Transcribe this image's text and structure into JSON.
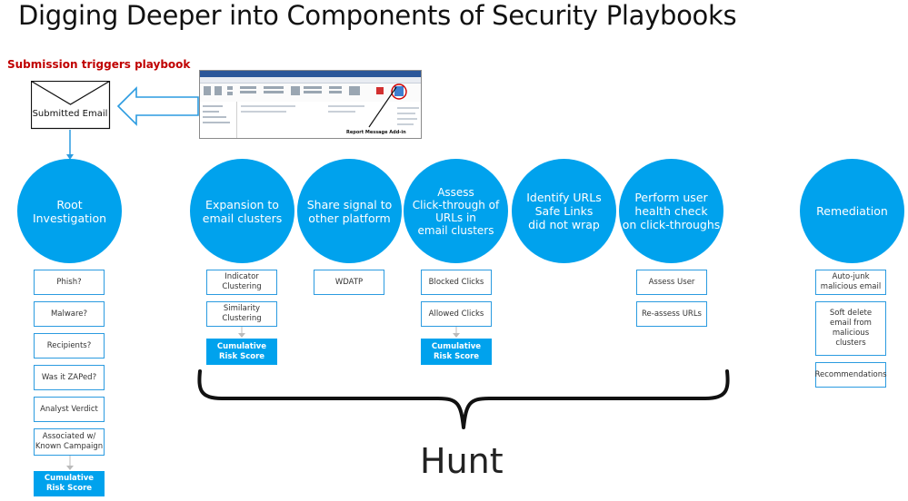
{
  "title": "Digging Deeper into Components of Security Playbooks",
  "trigger_label": "Submission triggers playbook",
  "email_label": "Submitted Email",
  "addin_label": "Report Message Add-in",
  "hunt_label": "Hunt",
  "colors": {
    "accent": "#00a2ed",
    "trigger": "#c00000",
    "box_border": "#2b9be0"
  },
  "circles": [
    "Root\nInvestigation",
    "Expansion to\nemail clusters",
    "Share signal to\nother platform",
    "Assess\nClick-through of\nURLs in\nemail clusters",
    "Identify URLs\nSafe Links\ndid not wrap",
    "Perform user\nhealth check\non click-throughs",
    "Remediation"
  ],
  "root_boxes": [
    "Phish?",
    "Malware?",
    "Recipients?",
    "Was it ZAPed?",
    "Analyst Verdict",
    "Associated w/\nKnown Campaign"
  ],
  "root_score": "Cumulative\nRisk Score",
  "expansion_boxes": [
    "Indicator\nClustering",
    "Similarity\nClustering"
  ],
  "expansion_score": "Cumulative\nRisk Score",
  "share_boxes": [
    "WDATP"
  ],
  "assess_boxes": [
    "Blocked Clicks",
    "Allowed Clicks"
  ],
  "assess_score": "Cumulative\nRisk Score",
  "health_boxes": [
    "Assess User",
    "Re-assess URLs"
  ],
  "remediation_boxes": [
    "Auto-junk\nmalicious email",
    "Soft delete\nemail from\nmalicious\nclusters",
    "Recommendations"
  ]
}
